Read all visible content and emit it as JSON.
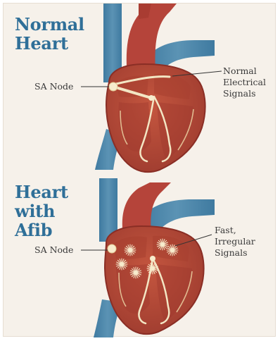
{
  "top": {
    "title_line1": "Normal",
    "title_line2": "Heart",
    "sa_node_label": "SA Node",
    "signals_line1": "Normal",
    "signals_line2": "Electrical",
    "signals_line3": "Signals"
  },
  "bottom": {
    "title_line1": "Heart",
    "title_line2": "with",
    "title_line3": "Afib",
    "sa_node_label": "SA Node",
    "signals_line1": "Fast,",
    "signals_line2": "Irregular",
    "signals_line3": "Signals"
  },
  "colors": {
    "background": "#f6f1ea",
    "title": "#2f6f98",
    "vessel_blue": "#4d86a9",
    "heart_red": "#b4483a",
    "heart_dark": "#8f2e25",
    "signal_cream": "#f3e6c4"
  }
}
